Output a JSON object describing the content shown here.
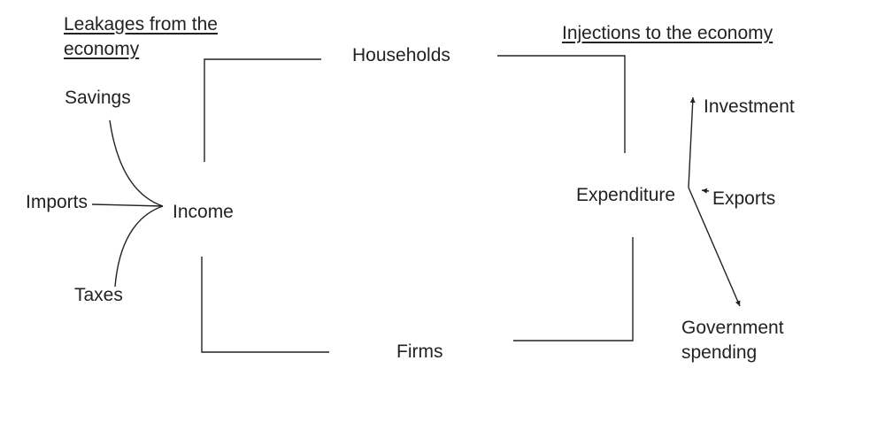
{
  "diagram": {
    "leakages_heading": [
      "Leakages from the",
      "economy"
    ],
    "injections_heading": "Injections to the economy",
    "nodes": {
      "households": "Households",
      "firms": "Firms",
      "income": "Income",
      "expenditure": "Expenditure"
    },
    "leakages": {
      "savings": "Savings",
      "imports": "Imports",
      "taxes": "Taxes"
    },
    "injections": {
      "investment": "Investment",
      "exports": "Exports",
      "government_spending": [
        "Government",
        "spending"
      ]
    },
    "stroke_color": "#222222"
  }
}
